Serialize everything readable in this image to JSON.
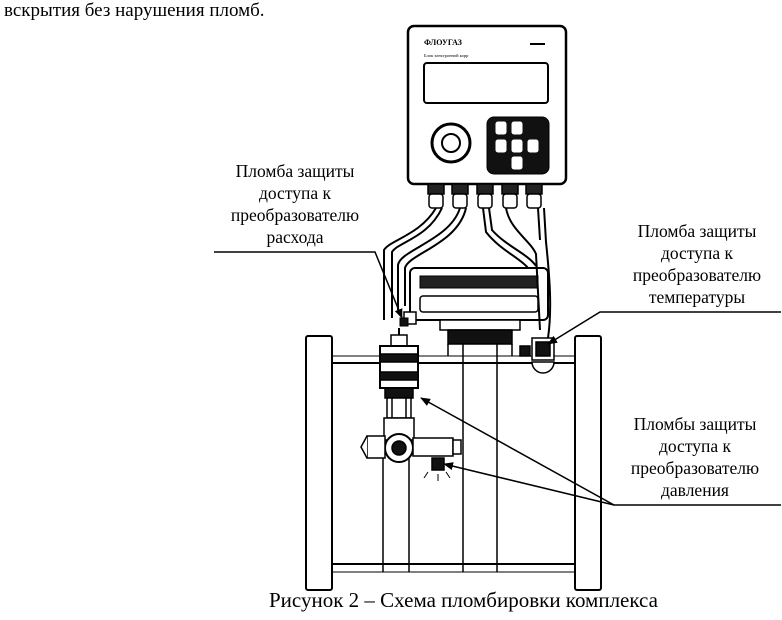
{
  "header_text": "вскрытия без нарушения пломб.",
  "device": {
    "brand": "ФЛОУГАЗ",
    "subtitle": "Блок электронной корр"
  },
  "callouts": {
    "flow": [
      "Пломба защиты",
      "доступа к",
      "преобразователю",
      "расхода"
    ],
    "temperature": [
      "Пломба защиты",
      "доступа к",
      "преобразователю",
      "температуры"
    ],
    "pressure": [
      "Пломбы защиты",
      "доступа к",
      "преобразователю",
      "давления"
    ]
  },
  "caption": "Рисунок 2 – Схема пломбировки комплекса"
}
